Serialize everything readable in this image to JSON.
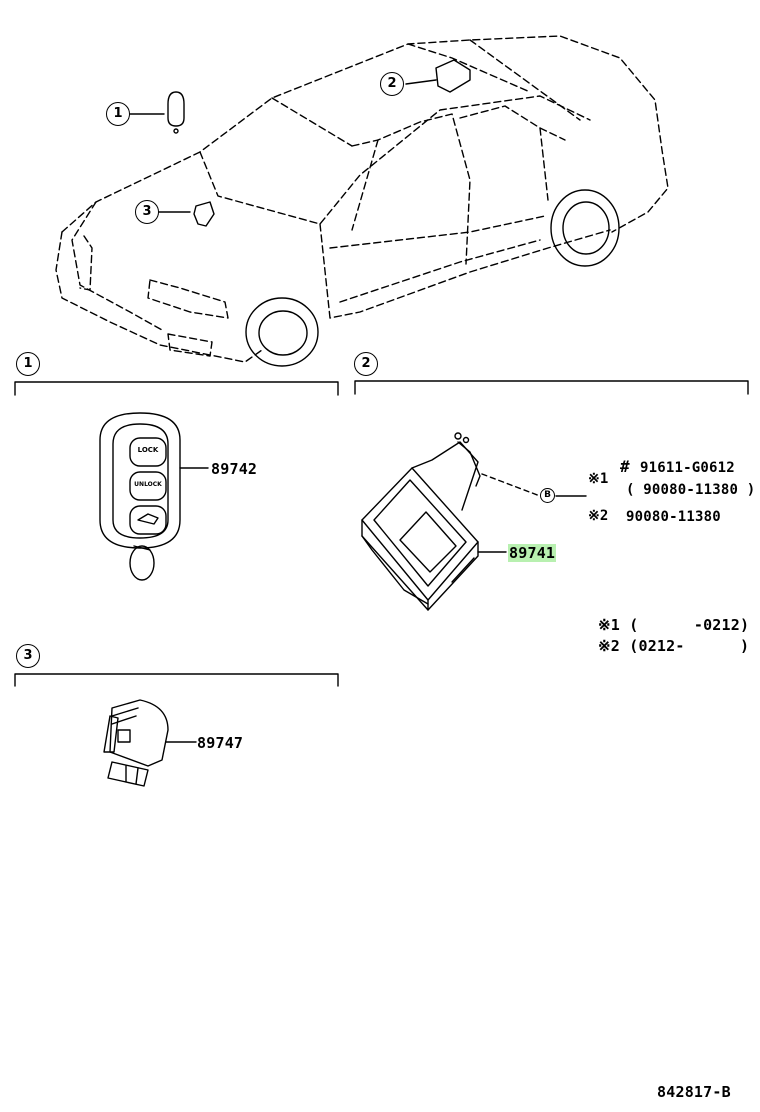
{
  "callouts": {
    "c1": "1",
    "c2": "2",
    "c3": "3",
    "bolt": "B"
  },
  "parts": {
    "p89742": "89742",
    "p89741": "89741",
    "p89747": "89747"
  },
  "key_panel": {
    "lock": "LOCK",
    "unlock": "UNLOCK"
  },
  "bolt_notes": {
    "m1": "※1",
    "hash": "#",
    "n1": "91611-G0612",
    "n1b": "( 90080-11380 )",
    "m2": "※2",
    "n2": "90080-11380"
  },
  "legend": {
    "l1": "※1 (      -0212)",
    "l2": "※2 (0212-      )"
  },
  "footer": {
    "diagram_id": "842817-B"
  },
  "colors": {
    "highlight": "#b8f0b0",
    "ink": "#000000"
  }
}
